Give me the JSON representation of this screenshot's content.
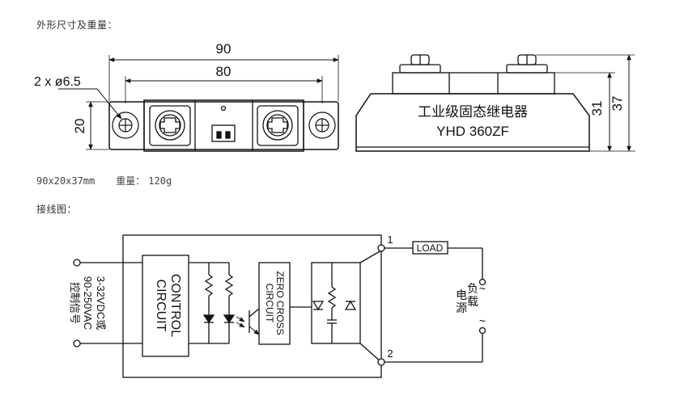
{
  "headings": {
    "dimensions": "外形尺寸及重量：",
    "wiring": "接线图："
  },
  "dimensions": {
    "overall_width": "90",
    "hole_spacing": "80",
    "mount_holes": "2 x ø6.5",
    "module_height": "20",
    "body_height": "31",
    "total_height": "37"
  },
  "product": {
    "name_cn": "工业级固态继电器",
    "model": "YHD 360ZF"
  },
  "spec": {
    "size": "90x20x37mm",
    "weight_label": "重量：",
    "weight_value": "120g"
  },
  "wiring": {
    "control_input": "3-32VDC或\n90-250VAC\n控制信号",
    "control_input_lines": [
      "3-32VDC或",
      "90-250VAC",
      "控制信号"
    ],
    "control_block": [
      "CONTROL",
      "CIRCUIT"
    ],
    "zero_cross_block": [
      "ZERO CROSS",
      "CIRCUIT"
    ],
    "terminal_1": "1",
    "terminal_2": "2",
    "load_label": "LOAD",
    "load_source": "负载\n电源",
    "load_source_chars": [
      "负",
      "载",
      "电",
      "源"
    ],
    "tilde": "~"
  }
}
